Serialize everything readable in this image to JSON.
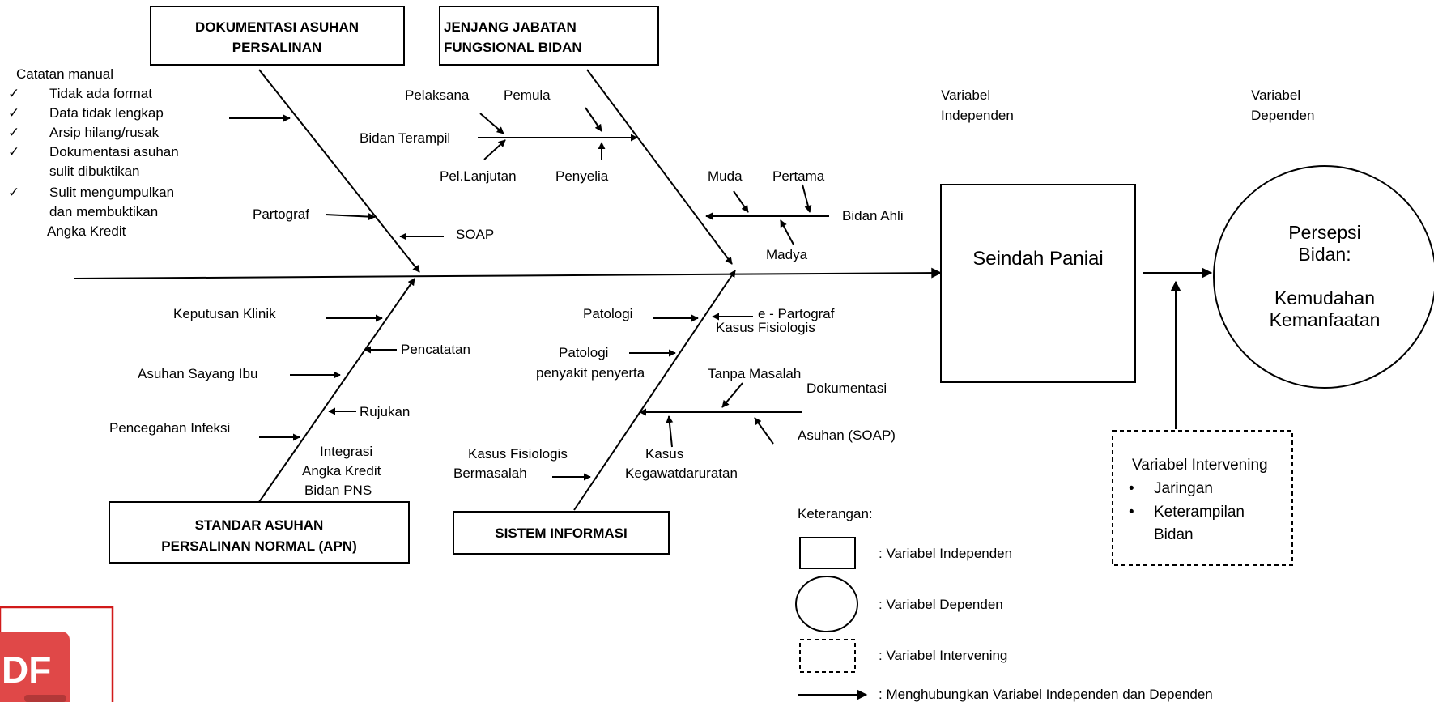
{
  "categories": {
    "dokumentasi": [
      "DOKUMENTASI ASUHAN",
      "PERSALINAN"
    ],
    "jenjang": [
      "JENJANG JABATAN",
      "FUNGSIONAL BIDAN"
    ],
    "standar": [
      "STANDAR ASUHAN",
      "PERSALINAN  NORMAL  (APN)"
    ],
    "sistem": "SISTEM INFORMASI"
  },
  "manual_notes": {
    "title": "Catatan manual",
    "items": [
      [
        "Tidak ada format"
      ],
      [
        "Data tidak lengkap"
      ],
      [
        "Arsip hilang/rusak"
      ],
      [
        "Dokumentasi asuhan",
        "sulit dibuktikan"
      ],
      [
        "Sulit mengumpulkan",
        "dan membuktikan",
        "Angka Kredit"
      ]
    ]
  },
  "causes": {
    "partograf": "Partograf",
    "soap": "SOAP",
    "pelaksana": "Pelaksana",
    "pemula": "Pemula",
    "bidan_terampil": "Bidan Terampil",
    "pel_lanjutan": "Pel.Lanjutan",
    "penyelia": "Penyelia",
    "muda": "Muda",
    "pertama": "Pertama",
    "bidan_ahli": "Bidan Ahli",
    "madya": "Madya",
    "keputusan_klinik": "Keputusan Klinik",
    "pencatatan": "Pencatatan",
    "asuhan_sayang_ibu": "Asuhan Sayang Ibu",
    "rujukan": "Rujukan",
    "pencegahan_infeksi": "Pencegahan Infeksi",
    "integrasi": [
      "Integrasi",
      "Angka Kredit",
      "Bidan PNS"
    ],
    "patologi": "Patologi",
    "e_partograf": "e - Partograf",
    "patologi_penyakit": [
      "Patologi",
      "penyakit penyerta"
    ],
    "kasus_fisiologis_tanpa": [
      "Kasus Fisiologis",
      "Tanpa Masalah"
    ],
    "dokumentasi_soap": [
      "Dokumentasi",
      "Asuhan (SOAP)"
    ],
    "kasus_fisiologis_bermasalah": [
      "Kasus Fisiologis",
      "Bermasalah"
    ],
    "kasus_kegawat": [
      "Kasus",
      "Kegawatdaruratan"
    ]
  },
  "variables": {
    "independen_label": [
      "Variabel",
      "Independen"
    ],
    "dependen_label": [
      "Variabel",
      "Dependen"
    ],
    "independen_box": "Seindah Paniai",
    "dependen_circle": [
      "Persepsi",
      "Bidan:",
      "",
      "Kemudahan",
      "Kemanfaatan"
    ],
    "intervening_title": "Variabel Intervening",
    "intervening_items": [
      [
        "Jaringan"
      ],
      [
        "Keterampilan",
        "Bidan"
      ]
    ]
  },
  "legend": {
    "title": "Keterangan:",
    "independen": ": Variabel Independen",
    "dependen": ": Variabel Dependen",
    "intervening": ": Variabel Intervening",
    "arrow": ": Menghubungkan Variabel Independen dan Dependen"
  },
  "pdf_logo_text": "DF",
  "colors": {
    "line": "#000000",
    "pdf_border": "#d11a1a",
    "pdf_fill": "#e04848"
  }
}
